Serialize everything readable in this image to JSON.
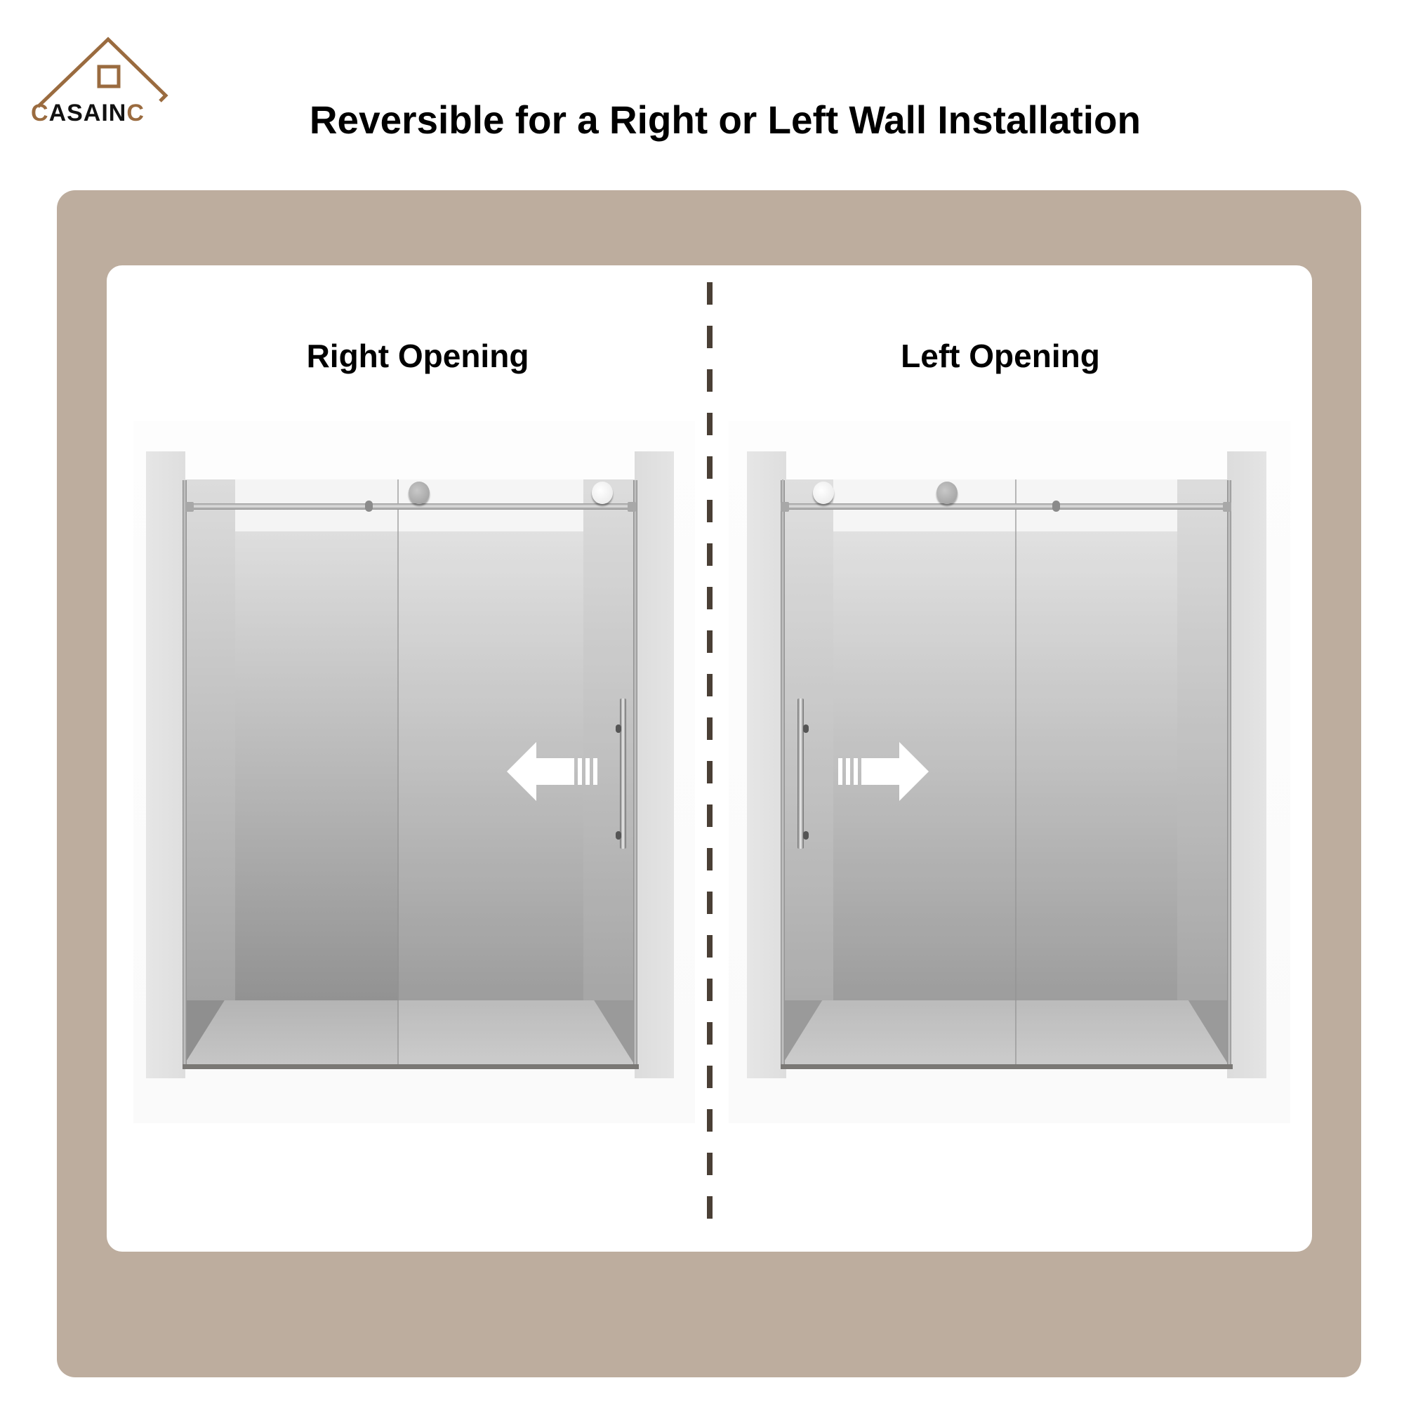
{
  "brand": {
    "logo_text_prefix": "C",
    "logo_text_main": "ASAIN",
    "logo_text_suffix": "C",
    "logo_name": "CASAINC",
    "brand_color": "#9a6b3f"
  },
  "title": "Reversible for a Right or Left Wall Installation",
  "colors": {
    "frame": "#bdad9e",
    "panel": "#ffffff",
    "divider": "#4a3f35",
    "arrow": "#ffffff"
  },
  "panels": [
    {
      "heading": "Right Opening",
      "arrow_direction": "left",
      "arrow_icon": "arrow-left-icon",
      "handle_side": "right"
    },
    {
      "heading": "Left Opening",
      "arrow_direction": "right",
      "arrow_icon": "arrow-right-icon",
      "handle_side": "left"
    }
  ]
}
